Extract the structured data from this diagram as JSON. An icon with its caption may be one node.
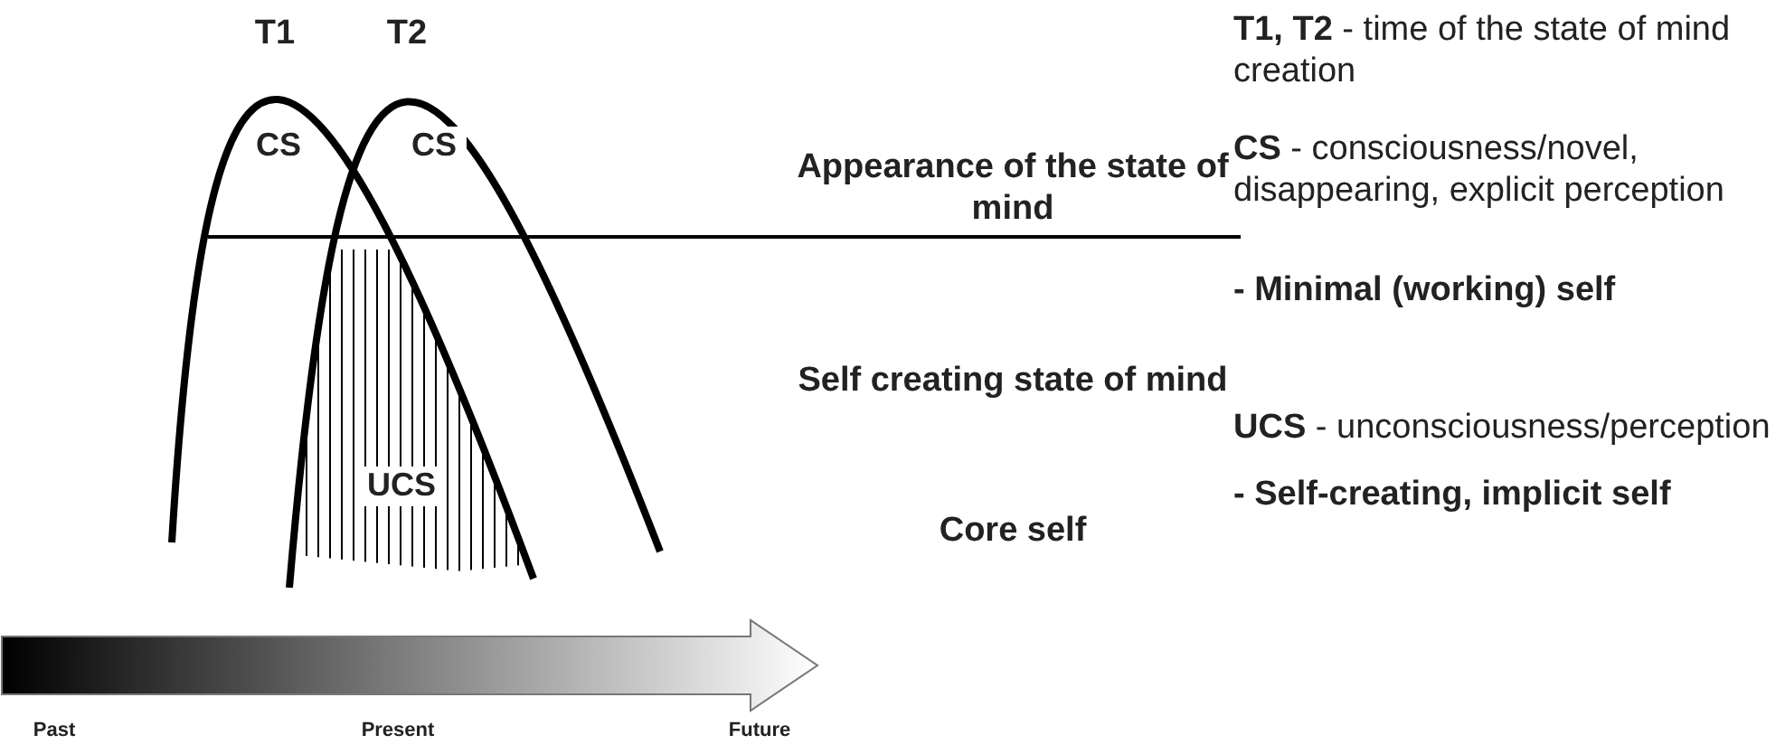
{
  "diagram": {
    "labels": [
      "T1",
      "T2",
      "CS",
      "CS",
      "UCS",
      "Appearance of the state of mind",
      "Self creating state of mind",
      "Core self",
      "Past",
      "Present",
      "Future",
      "**T1, T2** - time of the state of mind creation",
      "**CS** - consciousness/novel, disappearing, explicit perception",
      "- Minimal (working) self",
      "**UCS** - unconsciousness/perception",
      "- Self-creating, implicit self"
    ]
  }
}
